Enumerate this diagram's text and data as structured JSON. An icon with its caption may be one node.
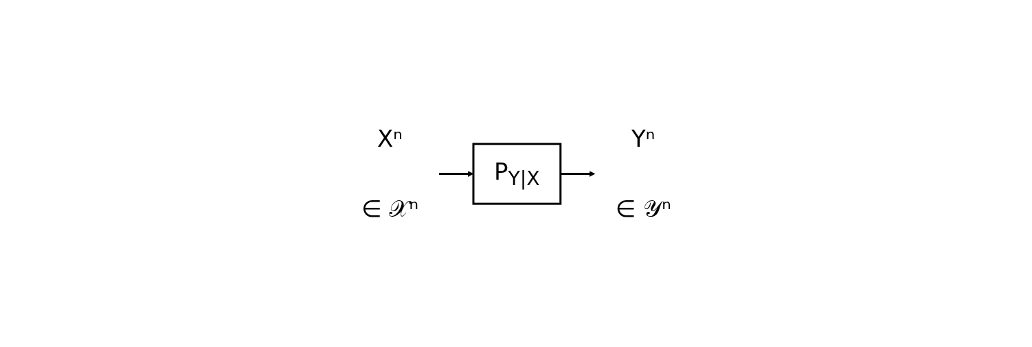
{
  "diagram": {
    "nodes": [
      {
        "text": [
          "Xⁿ"
        ],
        "beside": [
          "∈ 𝒳ⁿ"
        ]
      },
      {
        "text": [
          "P$_{Y|X}$"
        ]
      },
      {
        "text": [
          "Yⁿ"
        ],
        "beside": [
          "∈ 𝒴ⁿ"
        ]
      }
    ],
    "edges": [
      {
        "from": 0,
        "to": 1,
        "arrow": "to"
      },
      {
        "from": 1,
        "to": 2,
        "arrow": "to"
      }
    ]
  }
}
